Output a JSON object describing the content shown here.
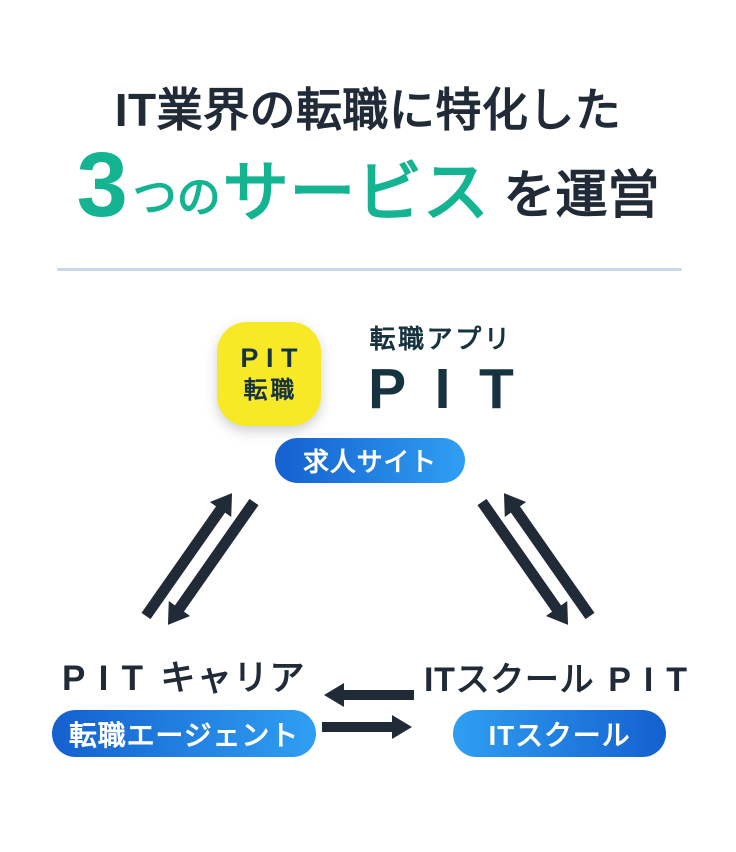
{
  "title": {
    "line1": "IT業界の転職に特化した",
    "line2_number": "3",
    "line2_counter": "つの",
    "line2_highlight": "サービス",
    "line2_suffix": "を運営"
  },
  "services": {
    "app": {
      "icon_text_top": "PIT",
      "icon_text_bottom": "転職",
      "category": "転職アプリ",
      "name": "PIT",
      "badge": "求人サイト"
    },
    "career": {
      "name_latin": "PIT",
      "name_jp": "キャリア",
      "badge": "転職エージェント"
    },
    "school": {
      "name_jp": "ITスクール",
      "name_latin": "PIT",
      "badge": "ITスクール"
    }
  },
  "icons": {
    "app_icon": "pit-app-icon (yellow rounded square)",
    "arrow_left": "double-arrow-diagonal-left-icon",
    "arrow_right": "double-arrow-diagonal-right-icon",
    "arrow_middle": "double-arrow-horizontal-icon"
  },
  "colors": {
    "navy": "#212b38",
    "logo_navy": "#17333f",
    "teal": "#14b392",
    "yellow": "#f8e926",
    "badge_gradient_start": "#1460cf",
    "badge_gradient_end": "#2f9ff2",
    "divider": "#ccd7e5",
    "card_bg": "#ffffff"
  }
}
